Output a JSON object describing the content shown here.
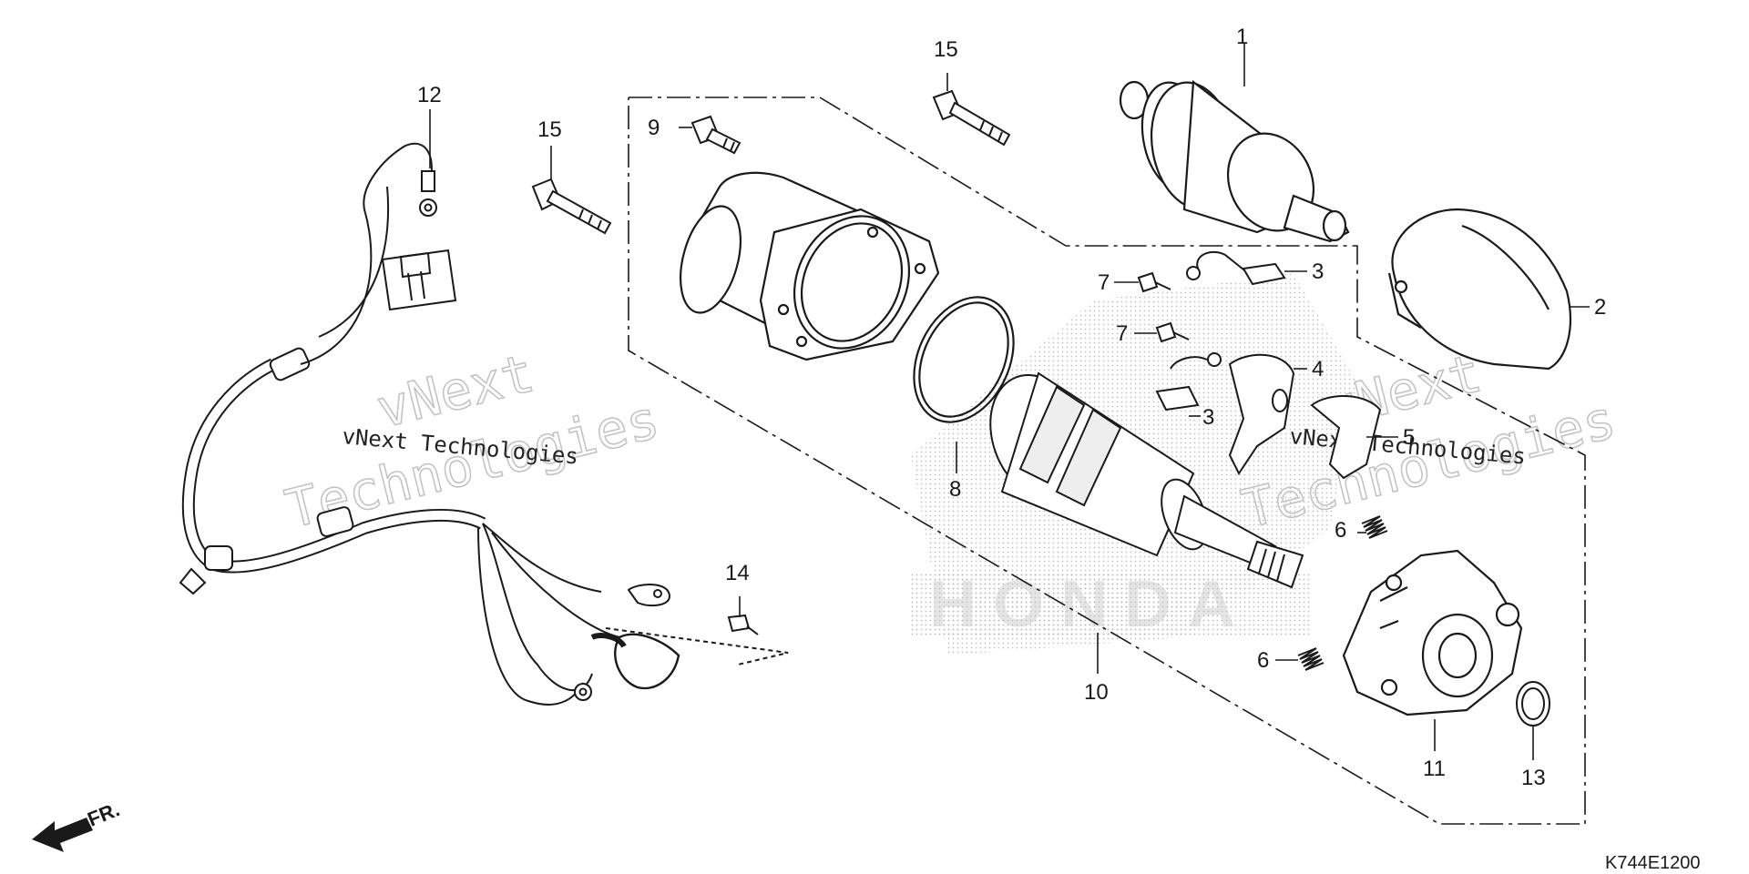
{
  "diagram": {
    "callouts": [
      {
        "id": "c1",
        "label": "1"
      },
      {
        "id": "c2",
        "label": "2"
      },
      {
        "id": "c3a",
        "label": "3"
      },
      {
        "id": "c3b",
        "label": "3"
      },
      {
        "id": "c4",
        "label": "4"
      },
      {
        "id": "c5",
        "label": "5"
      },
      {
        "id": "c6a",
        "label": "6"
      },
      {
        "id": "c6b",
        "label": "6"
      },
      {
        "id": "c7a",
        "label": "7"
      },
      {
        "id": "c7b",
        "label": "7"
      },
      {
        "id": "c8",
        "label": "8"
      },
      {
        "id": "c9",
        "label": "9"
      },
      {
        "id": "c10",
        "label": "10"
      },
      {
        "id": "c11",
        "label": "11"
      },
      {
        "id": "c12",
        "label": "12"
      },
      {
        "id": "c13",
        "label": "13"
      },
      {
        "id": "c14",
        "label": "14"
      },
      {
        "id": "c15a",
        "label": "15"
      },
      {
        "id": "c15b",
        "label": "15"
      }
    ],
    "watermark_left": "vNext Technologies",
    "watermark_right": "vNext Technologies",
    "watermark_big_1": "vNext",
    "watermark_big_2": "Technologies",
    "brand_stamp": "HONDA",
    "front_marker": "FR.",
    "diagram_code": "K744E1200"
  },
  "colors": {
    "line": "#1a1a1a",
    "watermark": "#c8c8c8",
    "halftone": "#bdbdbd"
  }
}
